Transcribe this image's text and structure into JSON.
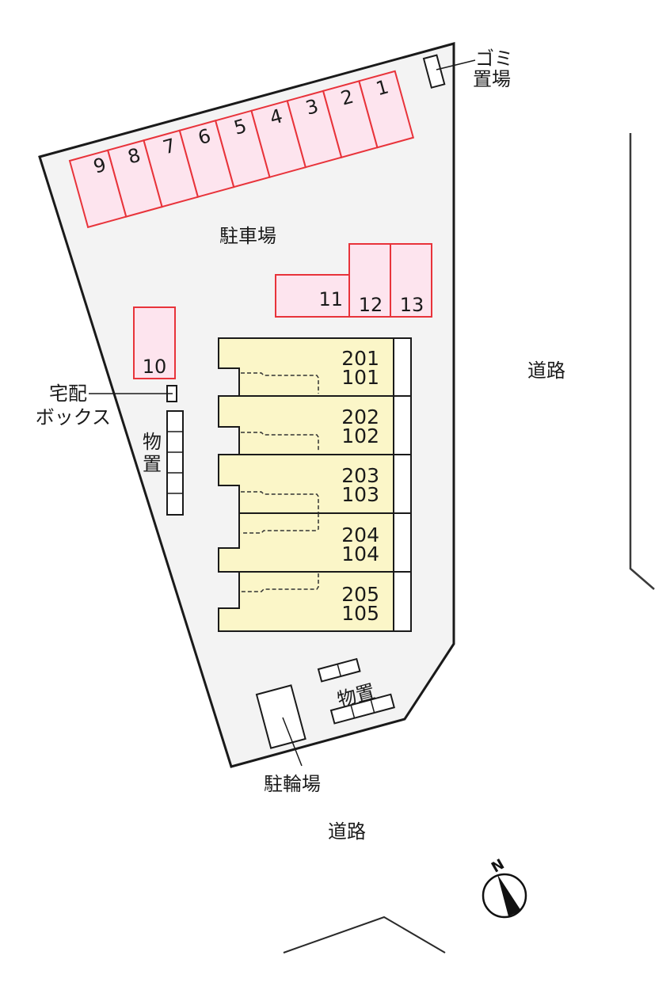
{
  "colors": {
    "lot_fill": "#f3f3f3",
    "lot_stroke": "#1a1a1a",
    "parking_fill": "#fde4ee",
    "parking_stroke": "#e8333a",
    "building_fill": "#fbf6c8",
    "building_stroke": "#1a1a1a",
    "text": "#1a1a1a"
  },
  "labels": {
    "garbage": [
      "ゴミ",
      "置場"
    ],
    "parking_area": "駐車場",
    "delivery_box": [
      "宅配",
      "ボックス"
    ],
    "storage_left": [
      "物",
      "置"
    ],
    "storage_bottom": "物置",
    "bicycle_parking": "駐輪場",
    "road_east": "道路",
    "road_south": "道路",
    "compass": "N"
  },
  "parking": {
    "row_north": [
      "9",
      "8",
      "7",
      "6",
      "5",
      "4",
      "3",
      "2",
      "1"
    ],
    "row_middle": [
      "11",
      "12",
      "13"
    ],
    "single": "10"
  },
  "building": {
    "units": [
      {
        "upper": "201",
        "lower": "101"
      },
      {
        "upper": "202",
        "lower": "102"
      },
      {
        "upper": "203",
        "lower": "103"
      },
      {
        "upper": "204",
        "lower": "104"
      },
      {
        "upper": "205",
        "lower": "105"
      }
    ]
  }
}
